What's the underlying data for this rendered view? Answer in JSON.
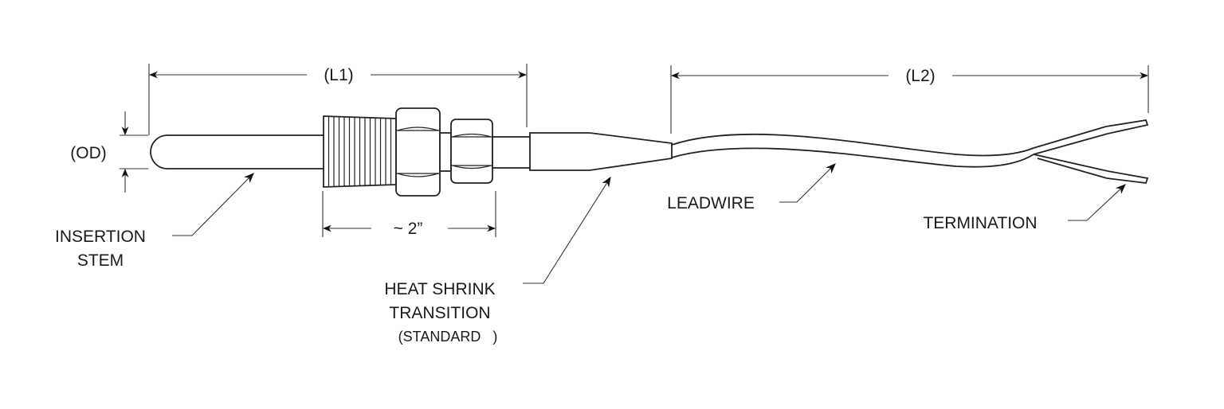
{
  "dimensions": {
    "l1": "(L1)",
    "l2": "(L2)",
    "od": "(OD)",
    "fitting_length": "~ 2”"
  },
  "callouts": {
    "insertion_stem": [
      "INSERTION",
      "STEM"
    ],
    "heat_shrink": [
      "HEAT SHRINK",
      "TRANSITION",
      "(STANDARD   )"
    ],
    "leadwire": "LEADWIRE",
    "termination": "TERMINATION"
  }
}
